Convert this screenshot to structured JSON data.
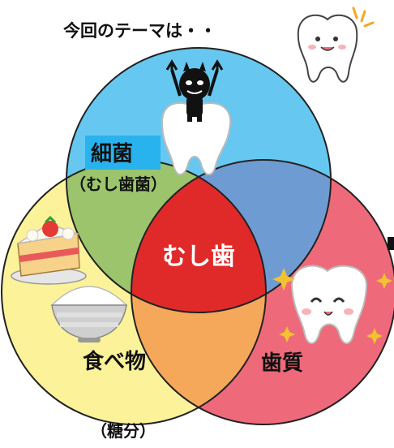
{
  "title": "今回のテーマは・・",
  "circles": {
    "top": {
      "label": "細菌",
      "sublabel": "（むし歯菌）",
      "color": "#66c8f0",
      "label_highlight": "#29b3ee"
    },
    "left": {
      "label": "食べ物",
      "sublabel": "（糖分）",
      "color": "#fbf29a"
    },
    "right": {
      "label": "歯質",
      "color": "#ee6a7a"
    }
  },
  "overlaps": {
    "top_left": "#9bc46c",
    "top_right": "#6f9bd3",
    "left_right": "#f5a85a",
    "center": "#e02a2a"
  },
  "center_label": "むし歯",
  "icons": [
    "tooth-character-icon",
    "germ-devil-icon",
    "cake-icon",
    "rice-bowl-icon",
    "smiling-tooth-icon"
  ]
}
